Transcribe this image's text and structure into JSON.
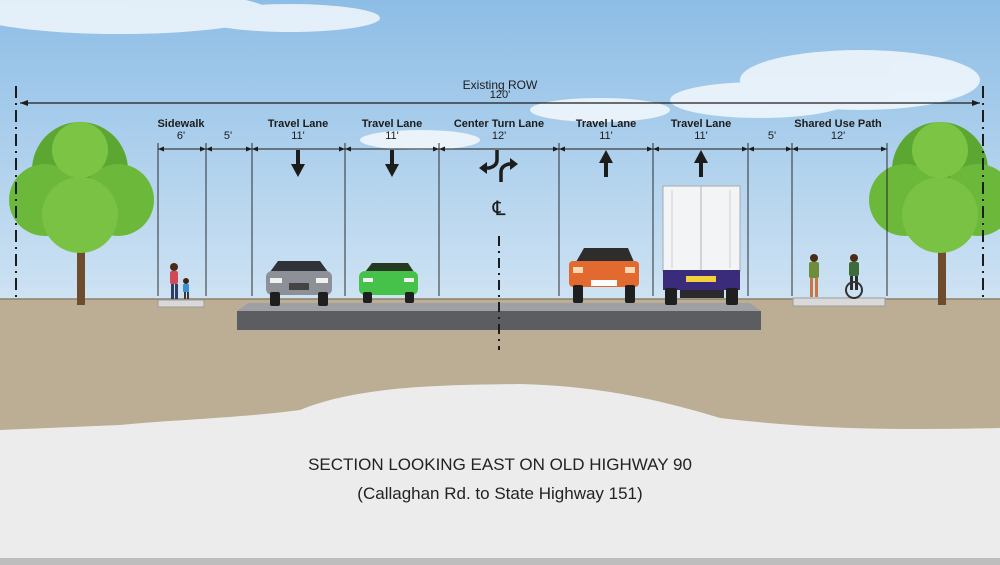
{
  "row": {
    "label": "Existing ROW",
    "width": "120'"
  },
  "segments": [
    {
      "name": "Sidewalk",
      "width": "6'"
    },
    {
      "name": "",
      "width": "5'"
    },
    {
      "name": "Travel Lane",
      "width": "11'"
    },
    {
      "name": "Travel Lane",
      "width": "11'"
    },
    {
      "name": "Center Turn Lane",
      "width": "12'"
    },
    {
      "name": "Travel Lane",
      "width": "11'"
    },
    {
      "name": "Travel Lane",
      "width": "11'"
    },
    {
      "name": "",
      "width": "5'"
    },
    {
      "name": "Shared Use Path",
      "width": "12'"
    }
  ],
  "centerline_symbol": "℄",
  "caption": {
    "line1": "SECTION LOOKING EAST ON OLD HIGHWAY 90",
    "line2": "(Callaghan Rd. to State Highway 151)"
  },
  "icons": [
    "arrow-down-icon",
    "arrow-down-icon",
    "turn-arrows-icon",
    "arrow-up-icon",
    "arrow-up-icon"
  ],
  "colors": {
    "sky": "#a9cdea",
    "ground": "#bcae95",
    "pavement": "#5c5d61",
    "tree": "#6cb83a",
    "caption_bg": "#ececec"
  }
}
